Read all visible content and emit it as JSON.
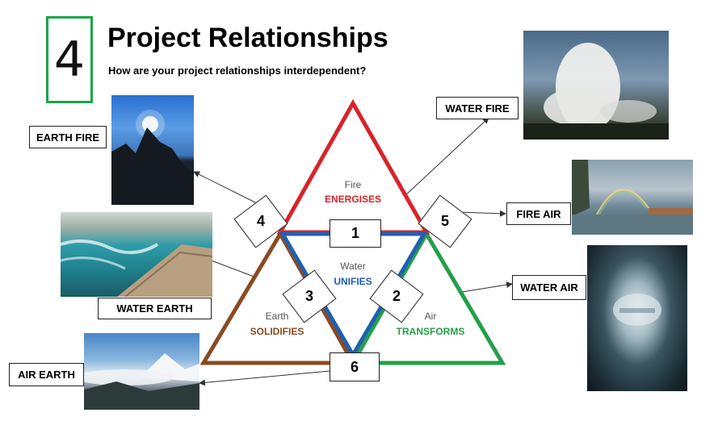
{
  "slide_number": "4",
  "title": "Project Relationships",
  "subtitle": "How are your project relationships interdependent?",
  "triangles": {
    "fire": {
      "element": "Fire",
      "verb": "ENERGISES",
      "color": "#d8232a"
    },
    "water": {
      "element": "Water",
      "verb": "UNIFIES",
      "color": "#2060b0"
    },
    "earth": {
      "element": "Earth",
      "verb": "SOLIDIFIES",
      "color": "#8a4a22"
    },
    "air": {
      "element": "Air",
      "verb": "TRANSFORMS",
      "color": "#23a04a"
    }
  },
  "relationship_labels": {
    "earth_fire": "EARTH  FIRE",
    "water_fire": "WATER  FIRE",
    "fire_air": "FIRE AIR",
    "water_air": "WATER  AIR",
    "water_earth": "WATER EARTH",
    "air_earth": "AIR EARTH"
  },
  "numbers": [
    "1",
    "2",
    "3",
    "4",
    "5",
    "6"
  ],
  "photos": {
    "earth_fire": "dark mountain peak with sun",
    "water_fire": "steaming geyser",
    "fire_air": "rainbow over lake",
    "water_air": "ice cave opening",
    "water_earth": "turquoise river rapids and rock",
    "air_earth": "snowy mountains and clouds"
  }
}
